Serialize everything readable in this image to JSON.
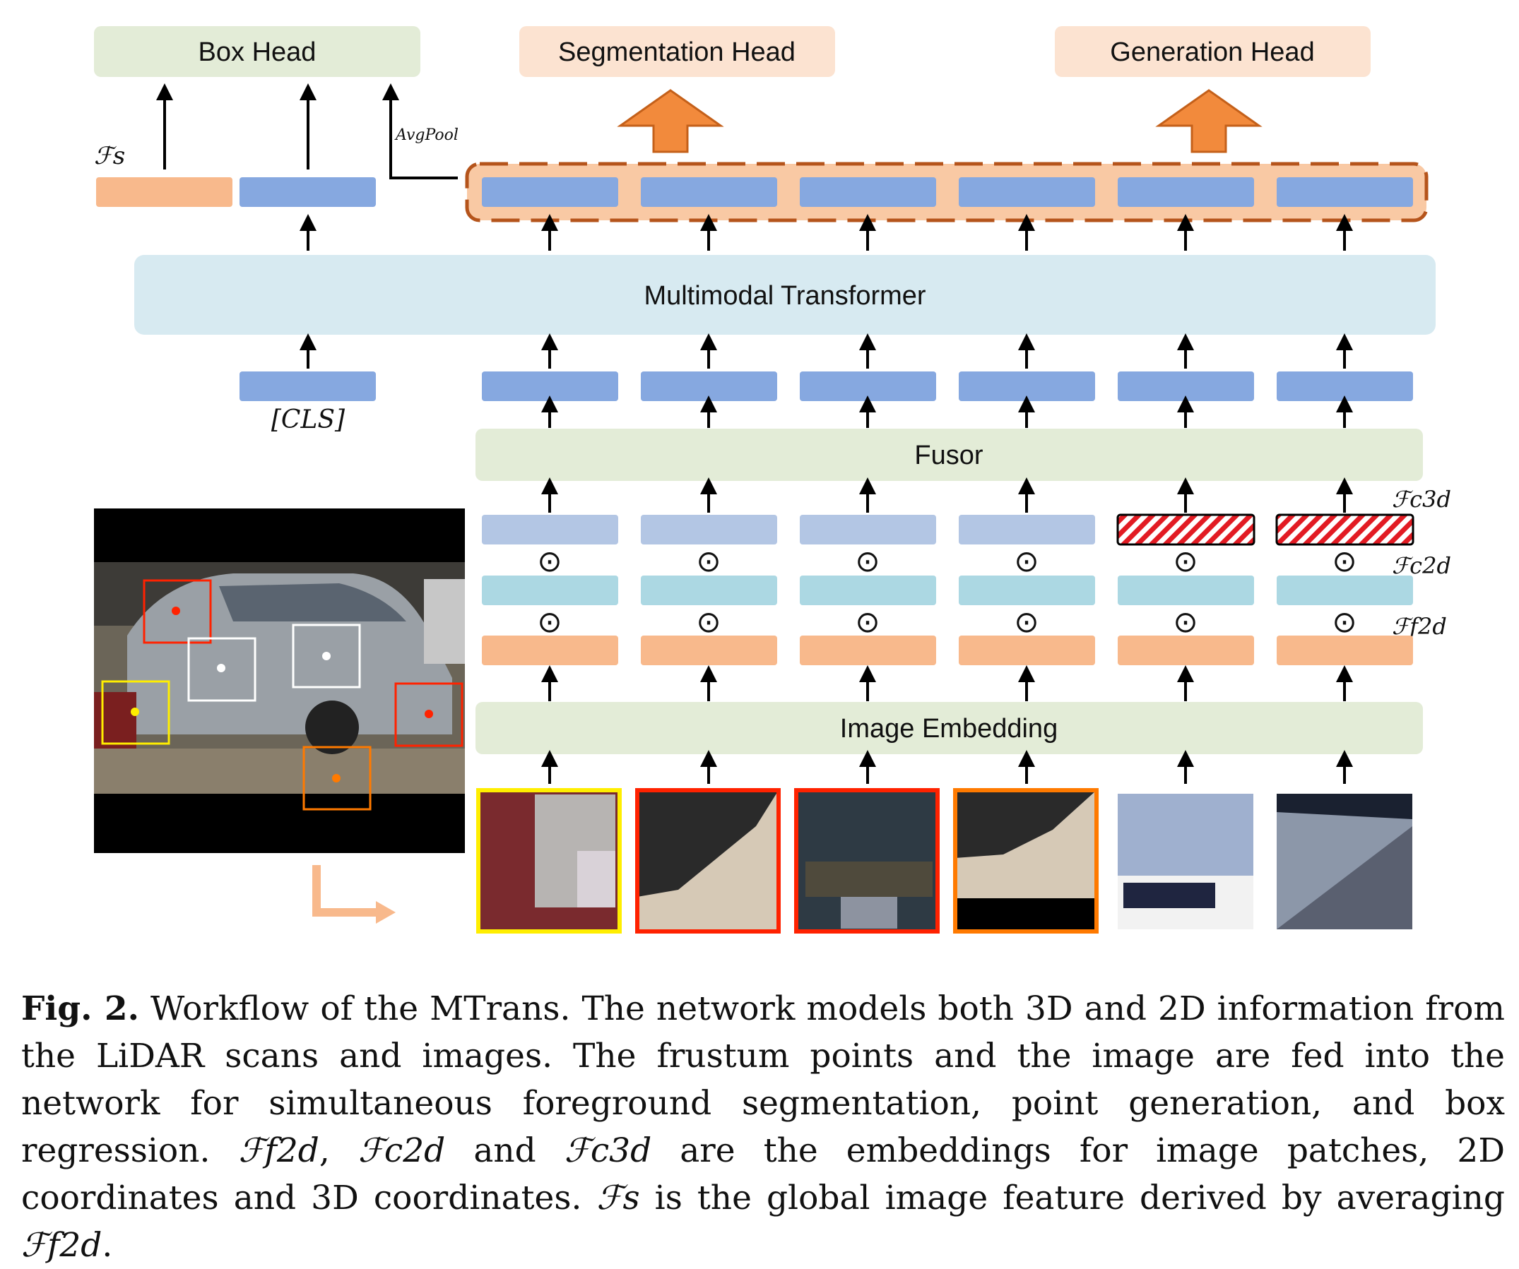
{
  "heads": {
    "box_head": "Box Head",
    "segmentation_head": "Segmentation Head",
    "generation_head": "Generation Head"
  },
  "labels": {
    "avgpool": "AvgPool",
    "fs": "ℱs",
    "cls": "[CLS]",
    "fc3d": "ℱc3d",
    "fc2d": "ℱc2d",
    "ff2d": "ℱf2d"
  },
  "modules": {
    "multimodal_transformer": "Multimodal Transformer",
    "fusor": "Fusor",
    "image_embedding": "Image Embedding"
  },
  "operator_symbol": "⊙",
  "colors": {
    "token_blue": "#86a8e0",
    "token_pale_blue": "#b3c6e4",
    "token_cyan": "#acd8e3",
    "token_orange": "#f8b98c",
    "module_green": "#e3ecd7",
    "transformer_blue": "#d7eaf1",
    "head_peach": "#fce3d1",
    "arrow_orange": "#f28a3c",
    "box_yellow": "#ffee00",
    "box_red": "#ff2200",
    "box_orange": "#ff7a00",
    "box_white": "#ffffff"
  },
  "caption": {
    "label": "Fig. 2.",
    "part1": " Workflow of the MTrans. The network models both 3D and 2D information from the LiDAR scans and images. The frustum points and the image are fed into the network for simultaneous foreground segmentation, point generation, and box regression. ",
    "ff2d": "ℱf2d",
    "sep1": ", ",
    "fc2d": "ℱc2d",
    "and": " and ",
    "fc3d": "ℱc3d",
    "part2": " are the embeddings for image patches, 2D coordinates and 3D coordinates. ",
    "fs": "ℱs",
    "part3": " is the global image feature derived by averaging ",
    "ff2d_end": "ℱf2d",
    "period": "."
  }
}
